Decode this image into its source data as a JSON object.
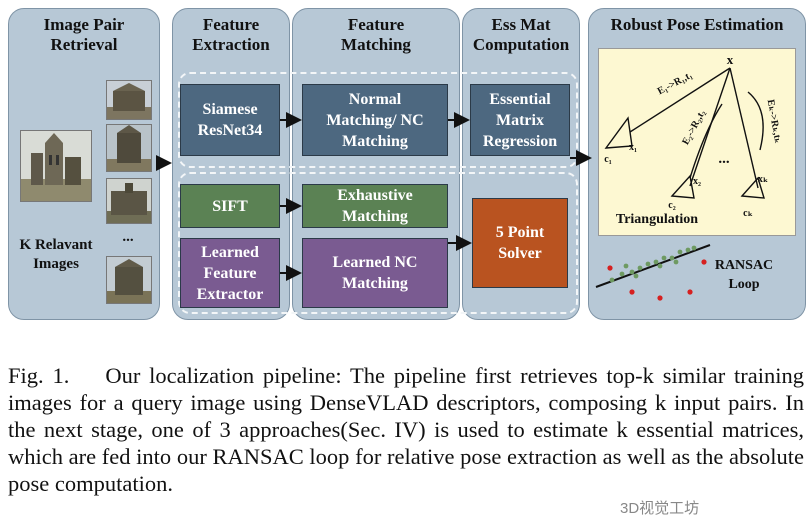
{
  "columns": {
    "retrieval": {
      "title": "Image Pair Retrieval",
      "k_label": "K Relavant Images",
      "ellipsis": "..."
    },
    "extraction": {
      "title": "Feature Extraction"
    },
    "matching": {
      "title": "Feature Matching"
    },
    "essmat": {
      "title": "Ess Mat Computation"
    },
    "pose": {
      "title": "Robust Pose Estimation"
    }
  },
  "boxes": {
    "siamese": "Siamese ResNet34",
    "normal_matching": "Normal Matching/ NC Matching",
    "essential_regression": "Essential Matrix Regression",
    "sift": "SIFT",
    "exhaustive": "Exhaustive Matching",
    "learned_extractor": "Learned Feature Extractor",
    "learned_nc": "Learned NC Matching",
    "five_point": "5 Point Solver"
  },
  "pose_panel": {
    "point_label": "x",
    "triangulation": "Triangulation",
    "ransac": "RANSAC Loop",
    "dots": "...",
    "edge1": "E₁->R₁,t₁",
    "edge2": "E₂->R₂,t₂",
    "edgek": "Eₖ->Rₖ,tₖ",
    "cam1": "c₁",
    "cam2": "c₂",
    "camk": "cₖ",
    "x1": "x₁",
    "x2": "x₂",
    "xk": "xₖ"
  },
  "caption": {
    "fig": "Fig. 1.",
    "text": "Our localization pipeline: The pipeline first retrieves top-k similar training images for a query image using DenseVLAD descriptors, composing k input pairs. In the next stage, one of 3 approaches(Sec. IV) is used to estimate k essential matrices, which are fed into our RANSAC loop for relative pose extraction as well as the absolute pose computation."
  },
  "watermark": "3D视觉工坊",
  "colors": {
    "panel": "#b7c8d6",
    "blue_box": "#4d6880",
    "green_box": "#5b8254",
    "purple_box": "#7a5b91",
    "orange_box": "#b95320",
    "pose_panel": "#fdf8d2"
  }
}
